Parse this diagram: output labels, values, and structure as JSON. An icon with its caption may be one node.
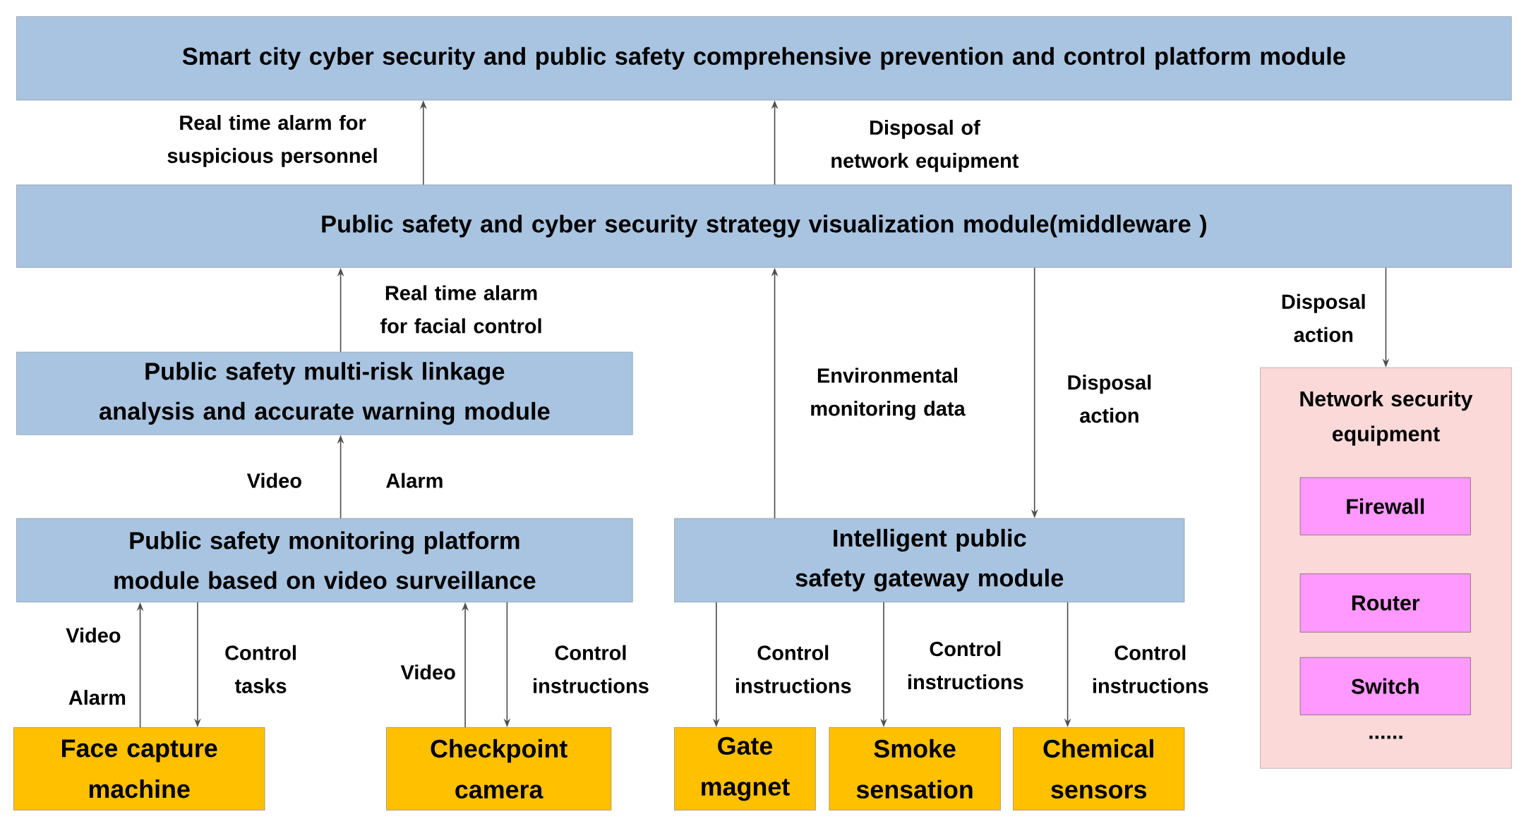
{
  "diagram": {
    "nodes": [
      {
        "text": [
          "Smart city cyber security and public safety comprehensive prevention and control platform module"
        ]
      },
      {
        "text": [
          "Public safety and cyber security strategy visualization module(middleware )"
        ]
      },
      {
        "text": [
          "Public safety multi-risk linkage analysis and accurate warning module"
        ]
      },
      {
        "text": [
          "Public safety monitoring platform module based on video surveillance"
        ]
      },
      {
        "text": [
          "Intelligent public safety gateway module"
        ]
      },
      {
        "text": [
          "Network security equipment",
          "......"
        ]
      },
      {
        "text": [
          "Firewall"
        ],
        "in": 5
      },
      {
        "text": [
          "Router"
        ],
        "in": 5
      },
      {
        "text": [
          "Switch"
        ],
        "in": 5
      },
      {
        "text": [
          "Face capture machine"
        ]
      },
      {
        "text": [
          "Checkpoint camera"
        ]
      },
      {
        "text": [
          "Gate magnet"
        ]
      },
      {
        "text": [
          "Smoke sensation"
        ]
      },
      {
        "text": [
          "Chemical sensors"
        ]
      }
    ],
    "edges": [
      {
        "from": 1,
        "to": 0,
        "arrow": "to",
        "label": "Real time alarm for suspicious personnel"
      },
      {
        "from": 1,
        "to": 0,
        "arrow": "to",
        "label": "Disposal of network equipment"
      },
      {
        "from": 2,
        "to": 1,
        "arrow": "to",
        "label": "Real time alarm for facial control"
      },
      {
        "from": 4,
        "to": 1,
        "arrow": "to",
        "label": "Environmental monitoring data"
      },
      {
        "from": 1,
        "to": 4,
        "arrow": "to",
        "label": "Disposal action"
      },
      {
        "from": 1,
        "to": 5,
        "arrow": "to",
        "label": "Disposal action"
      },
      {
        "from": 3,
        "to": 2,
        "arrow": "to",
        "label": "Video"
      },
      {
        "from": 9,
        "to": 3,
        "arrow": "to",
        "label": "Video"
      },
      {
        "from": 3,
        "to": 9,
        "arrow": "to",
        "label": "Control tasks"
      },
      {
        "from": 10,
        "to": 3,
        "arrow": "to",
        "label": "Video"
      },
      {
        "from": 3,
        "to": 10,
        "arrow": "to",
        "label": "Control instructions"
      },
      {
        "from": 4,
        "to": 11,
        "arrow": "to",
        "label": "Control instructions"
      },
      {
        "from": 4,
        "to": 12,
        "arrow": "to",
        "label": "Control instructions"
      },
      {
        "from": 4,
        "to": 13,
        "arrow": "to",
        "label": "Control instructions"
      }
    ],
    "labels": [
      "Alarm",
      "Alarm"
    ]
  }
}
